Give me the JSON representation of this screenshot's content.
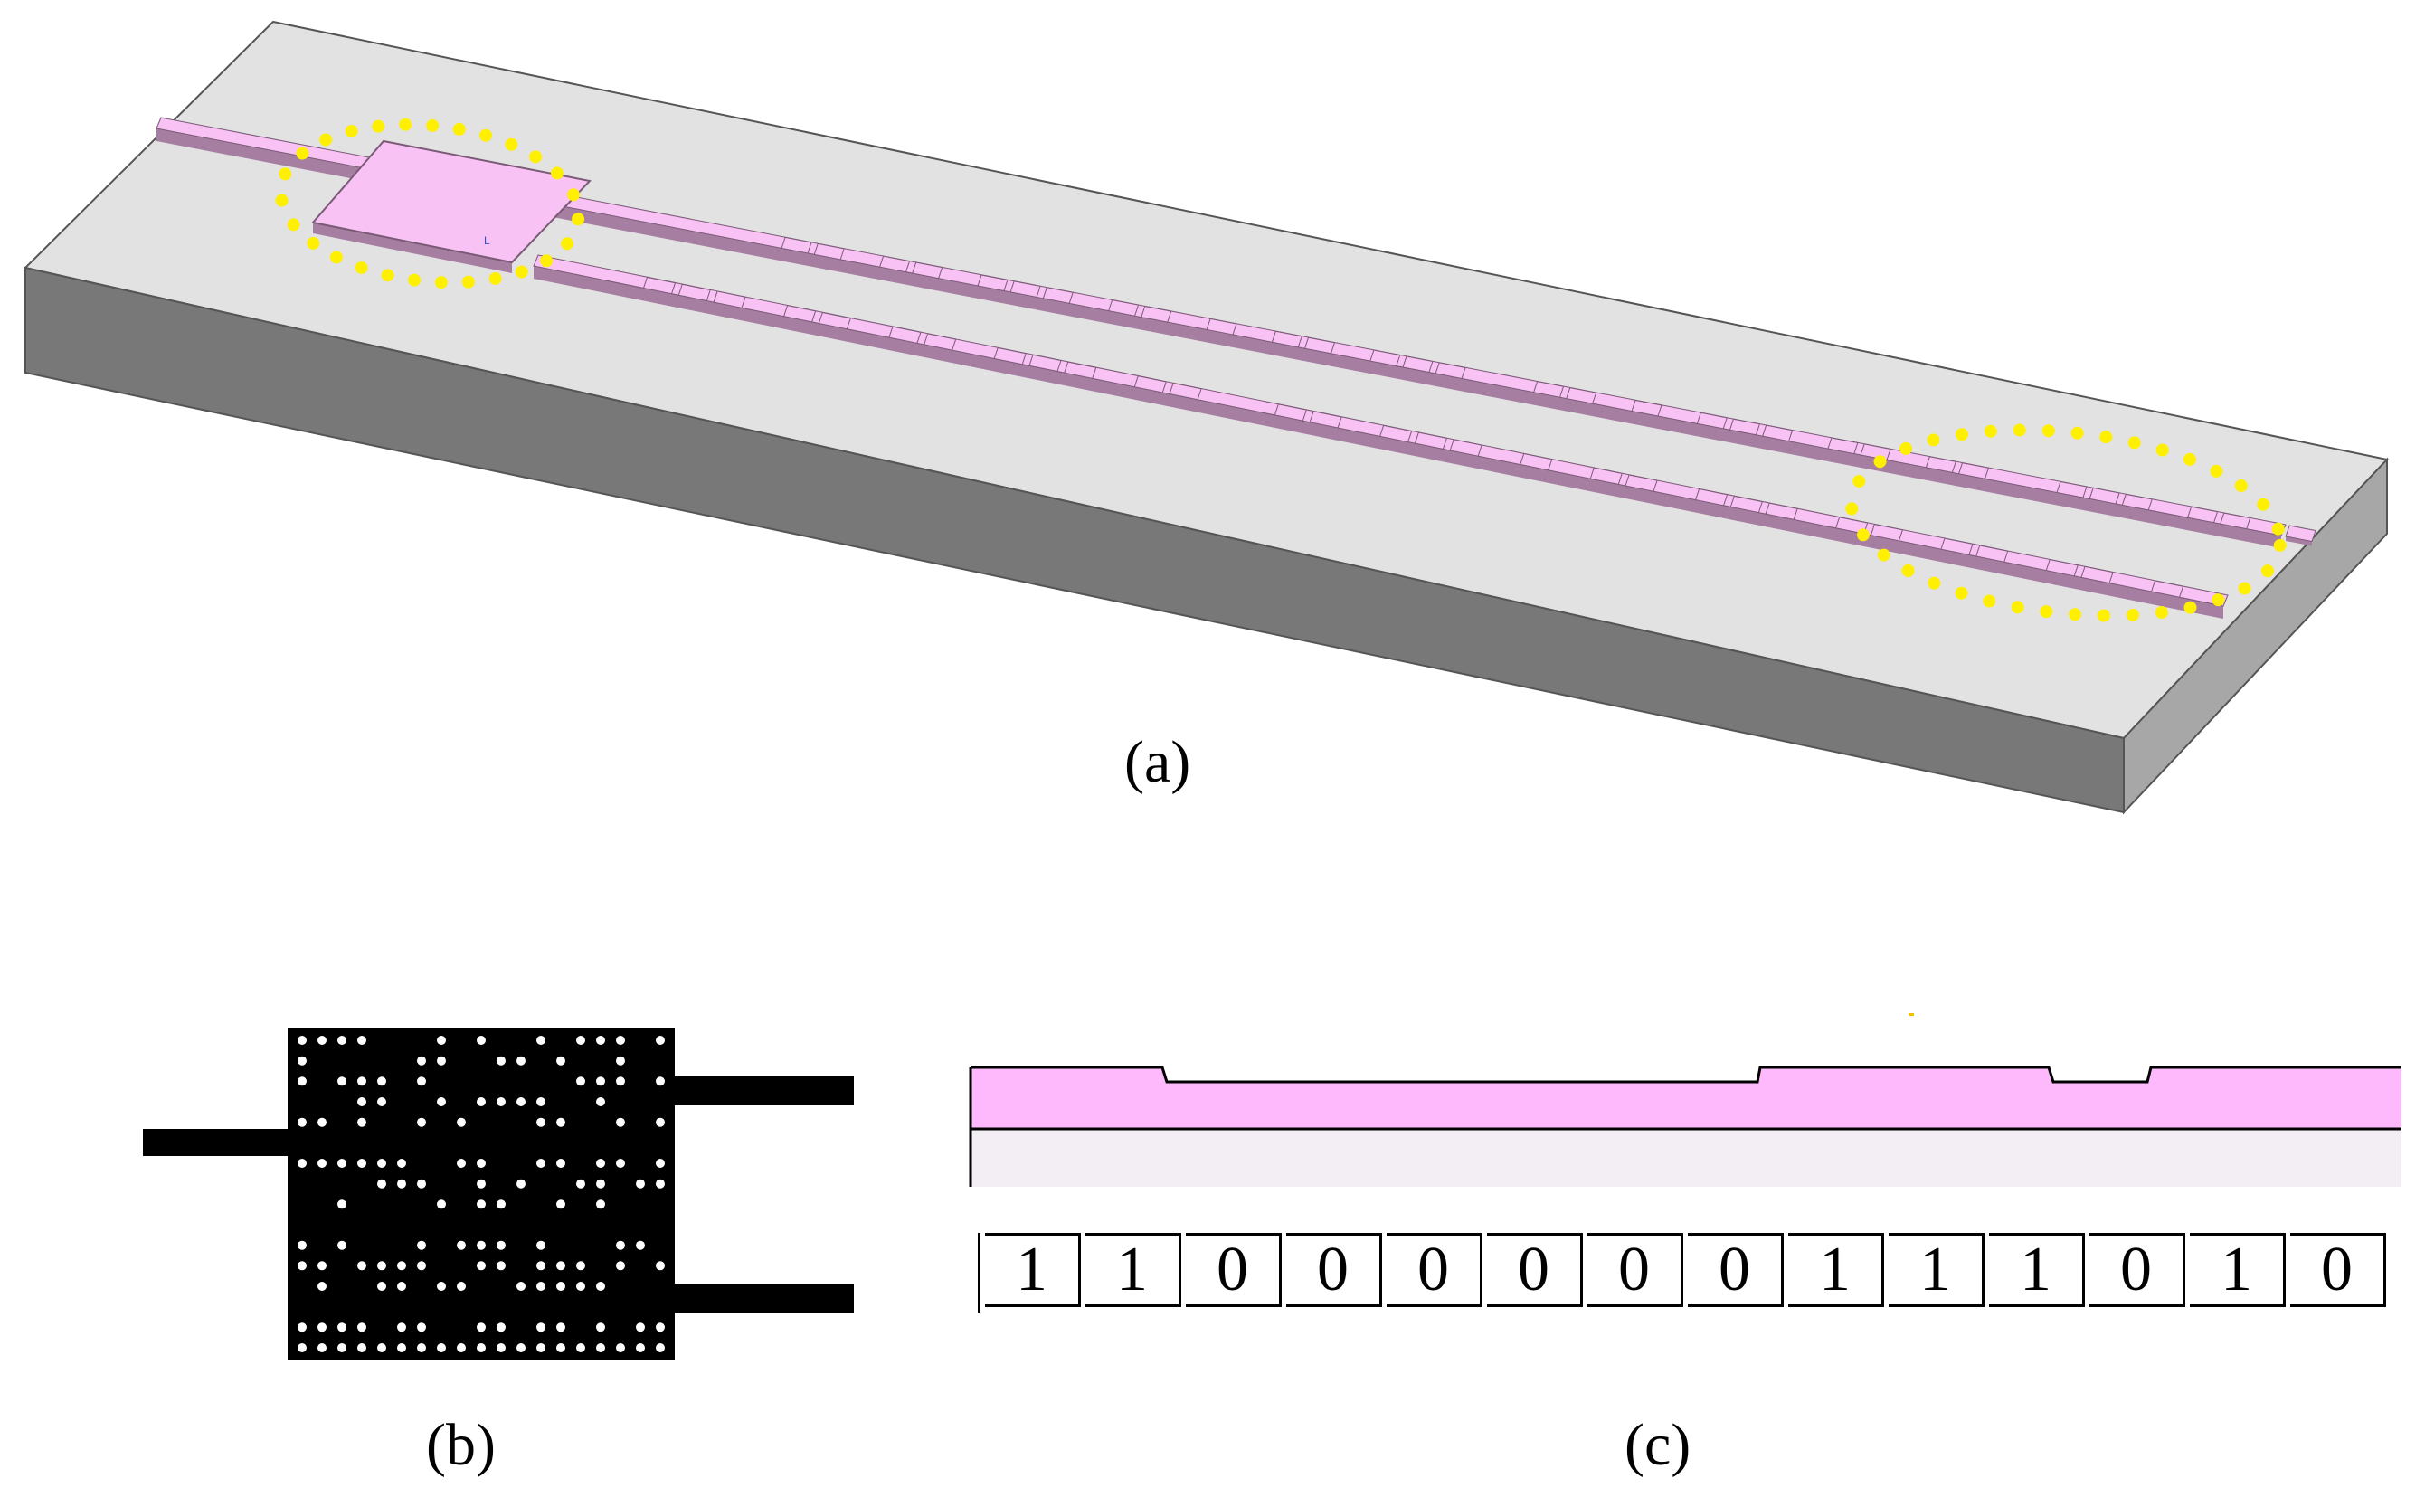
{
  "captions": {
    "a": "(a)",
    "b": "(b)",
    "c": "(c)"
  },
  "bits": [
    "1",
    "1",
    "0",
    "0",
    "0",
    "0",
    "0",
    "0",
    "1",
    "1",
    "1",
    "0",
    "1",
    "0"
  ],
  "colors": {
    "substrate_top": "#e2e2e2",
    "substrate_front": "#787878",
    "substrate_side": "#a7a7a7",
    "waveguide_top": "#f8c2f4",
    "waveguide_side": "#a67ea2",
    "highlight": "#ffef00",
    "pattern_black": "#000000",
    "pattern_dot": "#ffffff",
    "cross_pink": "#fdb9fb",
    "cross_base": "#f3eef3"
  },
  "pattern_grid": [
    "1111000101001011101",
    "1000001100110100100",
    "1011101000000011101",
    "0001100101111001000",
    "1101001010001100101",
    "0000000000000000000",
    "1111110011001101101",
    "0000111001010011011",
    "0010000101100101000",
    "0000000000000000000",
    "1010001011101000110",
    "1101111001101110101",
    "0100110110011111000",
    "0000000000000000000",
    "1111011001101101011",
    "1111111111111111111"
  ]
}
